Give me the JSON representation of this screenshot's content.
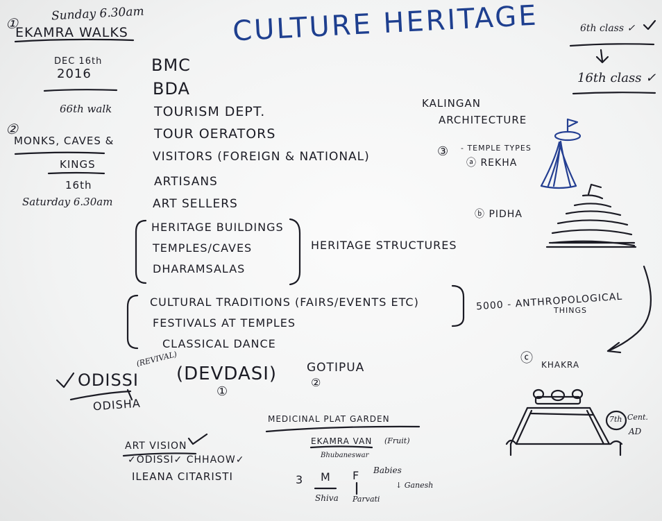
{
  "title": "CULTURE HERITAGE",
  "walks": {
    "number": "①",
    "time": "Sunday 6.30am",
    "heading": "EKAMRA WALKS",
    "date_line1": "DEC 16th",
    "date_line2": "2016",
    "count": "66th walk"
  },
  "monks": {
    "number": "②",
    "heading_part1": "MONKS, CAVES &",
    "heading_part2": "KINGS",
    "count": "16th",
    "time": "Saturday 6.30am"
  },
  "classes": {
    "top": "6th class ✓",
    "bottom": "16th class ✓"
  },
  "stakeholders": [
    "BMC",
    "BDA",
    "TOURISM DEPT.",
    "TOUR OERATORS",
    "VISITORS (FOREIGN & NATIONAL)",
    "ARTISANS",
    "ART SELLERS"
  ],
  "heritage_items": [
    "HERITAGE BUILDINGS",
    "TEMPLES/CAVES",
    "DHARAMSALAS"
  ],
  "heritage_label": "HERITAGE STRUCTURES",
  "culture_items": [
    "CULTURAL TRADITIONS (FAIRS/EVENTS ETC)",
    "FESTIVALS AT TEMPLES",
    "CLASSICAL DANCE"
  ],
  "anthro_label_1": "5000 - ANTHROPOLOGICAL",
  "anthro_label_2": "THINGS",
  "kalingan": {
    "line1": "KALINGAN",
    "line2": "ARCHITECTURE",
    "number": "③",
    "types": "- TEMPLE TYPES",
    "rekha": "ⓐ REKHA",
    "pidha": "ⓑ PIDHA",
    "khakra_num": "ⓒ",
    "khakra": "KHAKRA",
    "khakra_note": "7th",
    "khakra_note2": "Cent.",
    "khakra_note3": "AD"
  },
  "dance": {
    "odissi": "ODISSI",
    "revival": "(REVIVAL)",
    "devdasi": "(DEVDASI)",
    "devdasi_num": "①",
    "gotipua": "GOTIPUA",
    "gotipua_num": "②",
    "odisha": "ODISHA"
  },
  "garden": {
    "heading": "MEDICINAL PLAT GARDEN",
    "ekamra": "EKAMRA VAN",
    "fruit": "(Fruit)",
    "place": "Bhubaneswar",
    "three": "3",
    "m": "M",
    "f": "F",
    "babies": "Babies",
    "shiva": "Shiva",
    "parvati": "Parvati",
    "ganesh": "↓ Ganesh"
  },
  "art": {
    "heading": "ART VISION",
    "line": "✓ODISSI✓ CHHAOW✓",
    "name": "ILEANA CITARISTI"
  }
}
